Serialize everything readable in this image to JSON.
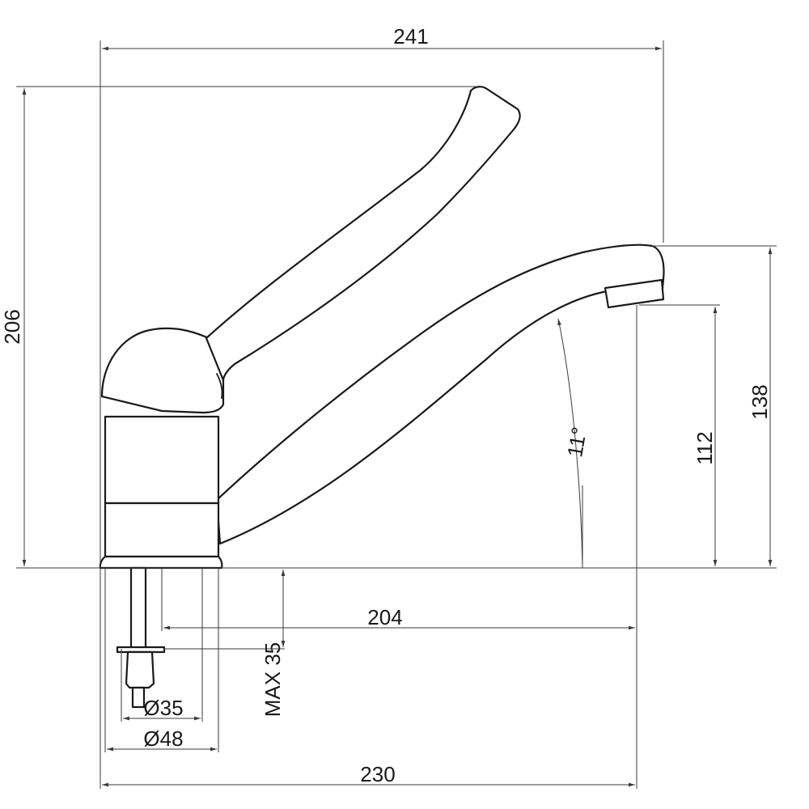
{
  "drawing": {
    "dimensions": {
      "overall_width": "241",
      "overall_height": "206",
      "spout_outlet_height_top": "138",
      "spout_outlet_height": "112",
      "spout_reach": "204",
      "base_length": "230",
      "diameter_inner": "Ø35",
      "diameter_base": "Ø48",
      "max_mounting_thickness": "MAX 35",
      "spout_angle": "11°"
    }
  }
}
